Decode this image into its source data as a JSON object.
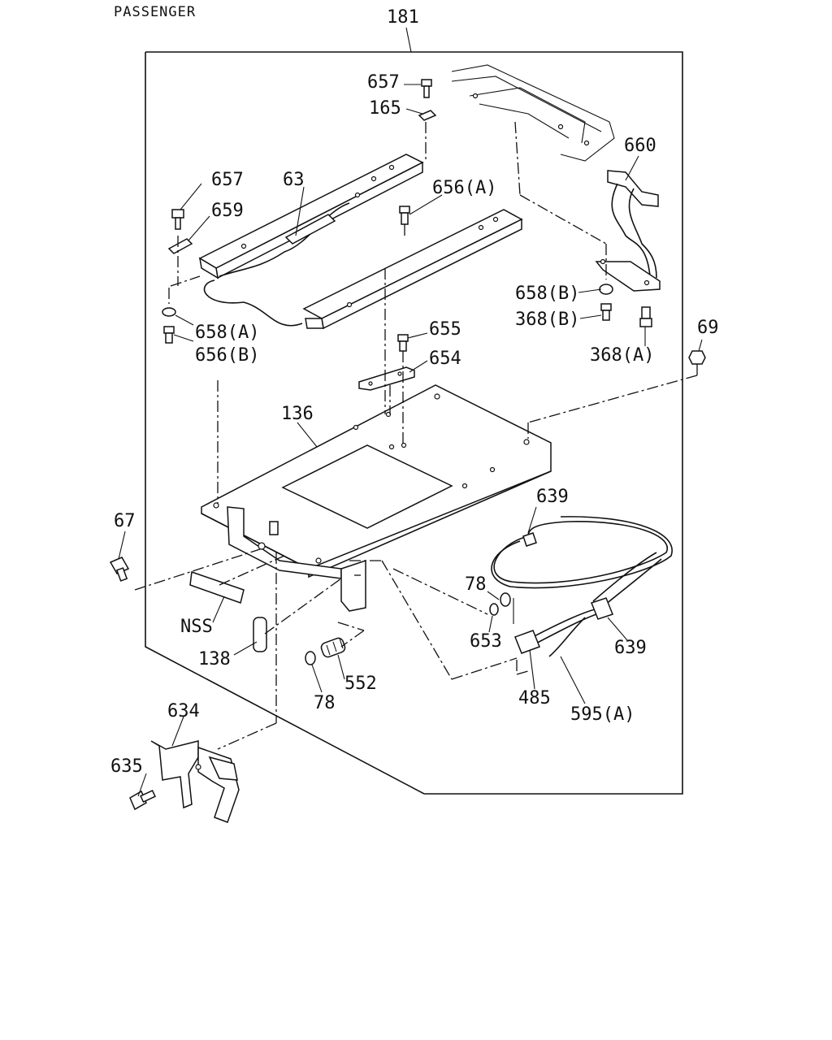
{
  "header": {
    "title": "PASSENGER",
    "assembly_number": "181"
  },
  "callouts": {
    "c657a": "657",
    "c165": "165",
    "c657b": "657",
    "c63": "63",
    "c656a": "656(A)",
    "c659": "659",
    "c660": "660",
    "c658b": "658(B)",
    "c368b": "368(B)",
    "c368a": "368(A)",
    "c69": "69",
    "c658a": "658(A)",
    "c656b": "656(B)",
    "c655": "655",
    "c654": "654",
    "c136": "136",
    "c639a": "639",
    "c67": "67",
    "c78a": "78",
    "c653": "653",
    "cnss": "NSS",
    "c639b": "639",
    "c138": "138",
    "c552": "552",
    "c78b": "78",
    "c485": "485",
    "c595a": "595(A)",
    "c634": "634",
    "c635": "635"
  }
}
